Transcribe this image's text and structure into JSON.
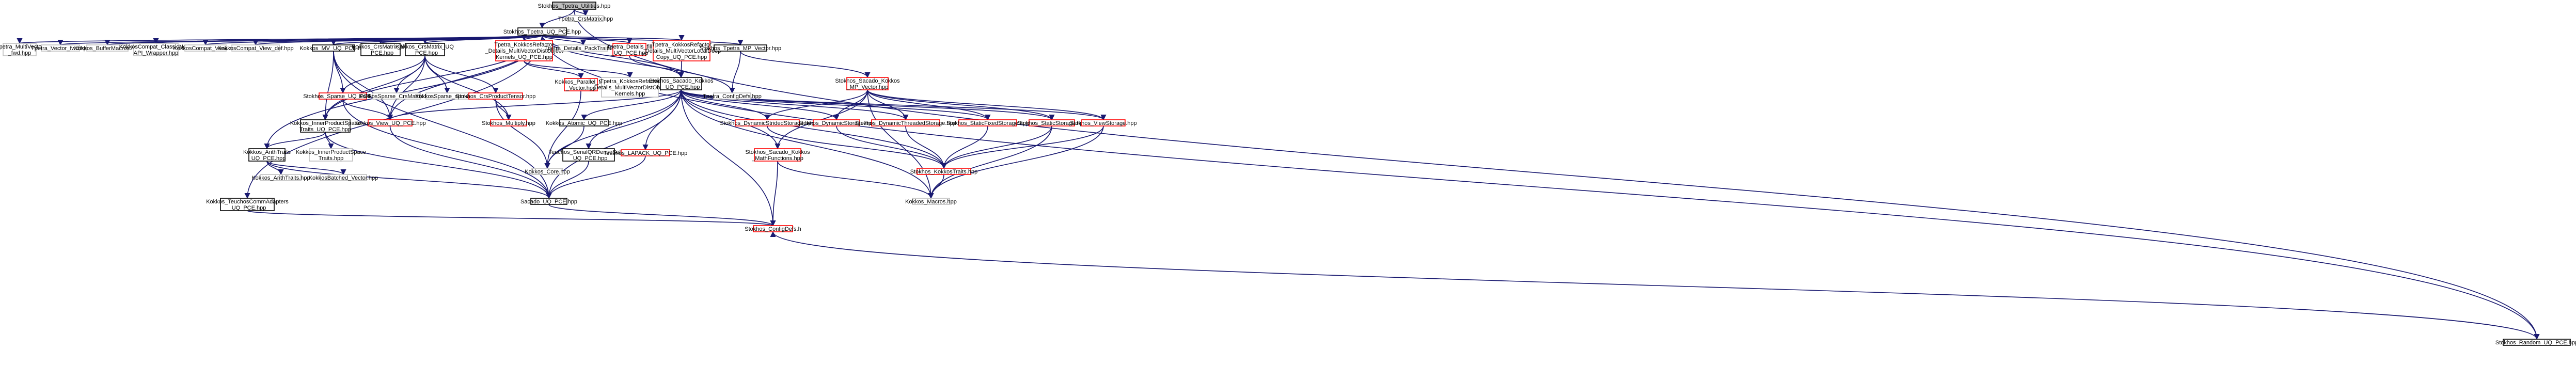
{
  "graph": {
    "colors": {
      "edge": "#191970",
      "root_fill": "#bfbfbf",
      "normal_border": "#bfbfbf",
      "missing_border": "#ff0000",
      "box_fill": "#ffffff"
    },
    "nodes": [
      {
        "id": "root",
        "lines": [
          "Stokhos_Tpetra_Utilities.hpp"
        ],
        "style": "root"
      },
      {
        "id": "tpetra_crsmatrix",
        "lines": [
          "Tpetra_CrsMatrix.hpp"
        ],
        "style": "normal"
      },
      {
        "id": "stokhos_tpetra_uq_pce",
        "lines": [
          "Stokhos_Tpetra_UQ_PCE.hpp"
        ],
        "style": "black"
      },
      {
        "id": "tpetra_multivector_fwd",
        "lines": [
          "Tpetra_MultiVector",
          "_fwd.hpp"
        ],
        "style": "normal"
      },
      {
        "id": "tpetra_vector_fwd",
        "lines": [
          "Tpetra_Vector_fwd.hpp"
        ],
        "style": "normal"
      },
      {
        "id": "kokkos_buffermacros",
        "lines": [
          "Kokkos_BufferMacros.hpp"
        ],
        "style": "normal"
      },
      {
        "id": "kokkoscompat_classicnode",
        "lines": [
          "KokkosCompat_ClassicNode",
          "API_Wrapper.hpp"
        ],
        "style": "normal"
      },
      {
        "id": "kokkoscompat_view",
        "lines": [
          "KokkosCompat_View.hpp"
        ],
        "style": "normal"
      },
      {
        "id": "kokkoscompat_view_def",
        "lines": [
          "KokkosCompat_View_def.hpp"
        ],
        "style": "normal"
      },
      {
        "id": "kokkos_mv_uq_pce",
        "lines": [
          "Kokkos_MV_UQ_PCE.hpp"
        ],
        "style": "black"
      },
      {
        "id": "kokkos_crsmatrix_uq_pce1",
        "lines": [
          "Kokkos_CrsMatrix_UQ",
          "_PCE.hpp"
        ],
        "style": "black"
      },
      {
        "id": "kokkos_crsmatrix_uq_pce2",
        "lines": [
          "Kokkos_CrsMatrix_UQ",
          "_PCE.hpp"
        ],
        "style": "black"
      },
      {
        "id": "tpetra_kr_multivecdot",
        "lines": [
          "Tpetra_KokkosRefactor",
          "_Details_MultiVectorDistObject",
          "Kernels_UQ_PCE.hpp"
        ],
        "style": "missing"
      },
      {
        "id": "tpetra_details_packtraits",
        "lines": [
          "Tpetra_Details_PackTraits.hpp"
        ],
        "style": "normal"
      },
      {
        "id": "tpetra_details_fill",
        "lines": [
          "Tpetra_Details_fill",
          "_UQ_PCE.hpp"
        ],
        "style": "missing"
      },
      {
        "id": "tpetra_kr_localdeepcopy",
        "lines": [
          "Tpetra_KokkosRefactor",
          "_Details_MultiVectorLocalDeep",
          "Copy_UQ_PCE.hpp"
        ],
        "style": "missing"
      },
      {
        "id": "stokhos_tpetra_mp_vector",
        "lines": [
          "Stokhos_Tpetra_MP_Vector.hpp"
        ],
        "style": "black"
      },
      {
        "id": "stokhos_random_uq_pce",
        "lines": [
          "Stokhos_Random_UQ_PCE.hpp"
        ],
        "style": "black"
      },
      {
        "id": "kokkos_parallel_mp_vector",
        "lines": [
          "Kokkos_Parallel_MP",
          "_Vector.hpp"
        ],
        "style": "missing"
      },
      {
        "id": "tpetra_kr_multivecdot_kernels",
        "lines": [
          "Tpetra_KokkosRefactor",
          "_Details_MultiVectorDistObject",
          "Kernels.hpp"
        ],
        "style": "normal"
      },
      {
        "id": "stokhos_sacado_kokkos_uq_pce",
        "lines": [
          "Stokhos_Sacado_Kokkos",
          "_UQ_PCE.hpp"
        ],
        "style": "black"
      },
      {
        "id": "stokhos_sacado_kokkos_mp_vector",
        "lines": [
          "Stokhos_Sacado_Kokkos",
          "_MP_Vector.hpp"
        ],
        "style": "missing"
      },
      {
        "id": "tpetra_configdefs",
        "lines": [
          "Tpetra_ConfigDefs.hpp"
        ],
        "style": "normal"
      },
      {
        "id": "stokhos_sparse_uq_pce",
        "lines": [
          "Stokhos_Sparse_UQ_PCE.hpp"
        ],
        "style": "missing"
      },
      {
        "id": "kokkossparse_crsmatrix",
        "lines": [
          "KokkosSparse_CrsMatrix.hpp"
        ],
        "style": "normal"
      },
      {
        "id": "kokkossparse_spmv",
        "lines": [
          "KokkosSparse_spmv.hpp"
        ],
        "style": "normal"
      },
      {
        "id": "stokhos_crsproducttensor",
        "lines": [
          "Stokhos_CrsProductTensor.hpp"
        ],
        "style": "missing"
      },
      {
        "id": "kokkos_innerproductspace_traits_uq",
        "lines": [
          "Kokkos_InnerProductSpace",
          "Traits_UQ_PCE.hpp"
        ],
        "style": "black"
      },
      {
        "id": "kokkos_view_uq_pce",
        "lines": [
          "Kokkos_View_UQ_PCE.hpp"
        ],
        "style": "missing"
      },
      {
        "id": "stokhos_multiply",
        "lines": [
          "Stokhos_Multiply.hpp"
        ],
        "style": "missing"
      },
      {
        "id": "kokkos_atomic_uq_pce",
        "lines": [
          "Kokkos_Atomic_UQ_PCE.hpp"
        ],
        "style": "black"
      },
      {
        "id": "kokkos_core",
        "lines": [
          "Kokkos_Core.hpp"
        ],
        "style": "normal"
      },
      {
        "id": "stokhos_dynamicstridedstorage",
        "lines": [
          "Stokhos_DynamicStridedStorage.hpp"
        ],
        "style": "missing"
      },
      {
        "id": "stokhos_dynamicstorage",
        "lines": [
          "Stokhos_DynamicStorage.hpp"
        ],
        "style": "missing"
      },
      {
        "id": "stokhos_dynamicthreadedstorage",
        "lines": [
          "Stokhos_DynamicThreadedStorage.hpp"
        ],
        "style": "missing"
      },
      {
        "id": "stokhos_staticfixedstorage",
        "lines": [
          "Stokhos_StaticFixedStorage.hpp"
        ],
        "style": "missing"
      },
      {
        "id": "stokhos_staticstorage",
        "lines": [
          "Stokhos_StaticStorage.hpp"
        ],
        "style": "missing"
      },
      {
        "id": "stokhos_viewstorage",
        "lines": [
          "Stokhos_ViewStorage.hpp"
        ],
        "style": "missing"
      },
      {
        "id": "kokkos_aritraits_uq_pce",
        "lines": [
          "Kokkos_ArithTraits",
          "_UQ_PCE.hpp"
        ],
        "style": "black"
      },
      {
        "id": "kokkos_innerproductspace_traits",
        "lines": [
          "Kokkos_InnerProductSpace",
          "Traits.hpp"
        ],
        "style": "normal"
      },
      {
        "id": "teuchos_serialqrdensesolver",
        "lines": [
          "Teuchos_SerialQRDenseSolver",
          "_UQ_PCE.hpp"
        ],
        "style": "black"
      },
      {
        "id": "teuchos_lapack_uq_pce",
        "lines": [
          "Teuchos_LAPACK_UQ_PCE.hpp"
        ],
        "style": "missing"
      },
      {
        "id": "stokhos_sacado_kokkos_mathfunctions",
        "lines": [
          "Stokhos_Sacado_Kokkos",
          "_MathFunctions.hpp"
        ],
        "style": "missing"
      },
      {
        "id": "stokhos_kokkostraits",
        "lines": [
          "Stokhos_KokkosTraits.hpp"
        ],
        "style": "missing"
      },
      {
        "id": "kokkos_arithtraits",
        "lines": [
          "Kokkos_ArithTraits.hpp"
        ],
        "style": "normal"
      },
      {
        "id": "kokkosbatched_vector",
        "lines": [
          "KokkosBatched_Vector.hpp"
        ],
        "style": "normal"
      },
      {
        "id": "kokkos_teuchoscommadapters",
        "lines": [
          "Kokkos_TeuchosCommAdapters",
          "_UQ_PCE.hpp"
        ],
        "style": "black"
      },
      {
        "id": "sacado_uq_pce",
        "lines": [
          "Sacado_UQ_PCE.hpp"
        ],
        "style": "black"
      },
      {
        "id": "kokkos_macros",
        "lines": [
          "Kokkos_Macros.hpp"
        ],
        "style": "normal"
      },
      {
        "id": "stokhos_configdefs",
        "lines": [
          "Stokhos_ConfigDefs.h"
        ],
        "style": "missing"
      }
    ]
  }
}
